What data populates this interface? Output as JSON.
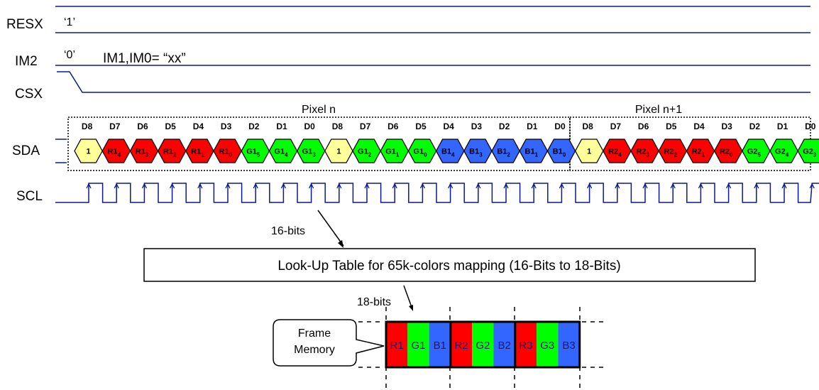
{
  "signals": {
    "resx": "RESX",
    "im2": "IM2",
    "csx": "CSX",
    "sda": "SDA",
    "scl": "SCL"
  },
  "levels": {
    "resx_value": "‘1’",
    "im2_value": "‘0’",
    "im_note": "IM1,IM0= “xx”"
  },
  "pixel_groups": [
    {
      "label": "Pixel n",
      "bits": [
        "D8",
        "D7",
        "D6",
        "D5",
        "D4",
        "D3",
        "D2",
        "D1",
        "D0",
        "D8",
        "D7",
        "D6",
        "D5",
        "D4",
        "D3",
        "D2",
        "D1",
        "D0"
      ]
    },
    {
      "label": "Pixel n+1",
      "bits": [
        "D8",
        "D7",
        "D6",
        "D5",
        "D4",
        "D3",
        "D2",
        "D1",
        "D0"
      ]
    }
  ],
  "sda_cells": [
    {
      "base": "1",
      "sub": "",
      "color": "yellow"
    },
    {
      "base": "R1",
      "sub": "4",
      "color": "red"
    },
    {
      "base": "R1",
      "sub": "3",
      "color": "red"
    },
    {
      "base": "R1",
      "sub": "2",
      "color": "red"
    },
    {
      "base": "R1",
      "sub": "1",
      "color": "red"
    },
    {
      "base": "R1",
      "sub": "0",
      "color": "red"
    },
    {
      "base": "G1",
      "sub": "5",
      "color": "green"
    },
    {
      "base": "G1",
      "sub": "4",
      "color": "green"
    },
    {
      "base": "G1",
      "sub": "3",
      "color": "green"
    },
    {
      "base": "1",
      "sub": "",
      "color": "yellow"
    },
    {
      "base": "G1",
      "sub": "2",
      "color": "green"
    },
    {
      "base": "G1",
      "sub": "1",
      "color": "green"
    },
    {
      "base": "G1",
      "sub": "0",
      "color": "green"
    },
    {
      "base": "B1",
      "sub": "4",
      "color": "blue"
    },
    {
      "base": "B1",
      "sub": "3",
      "color": "blue"
    },
    {
      "base": "B1",
      "sub": "2",
      "color": "blue"
    },
    {
      "base": "B1",
      "sub": "1",
      "color": "blue"
    },
    {
      "base": "B1",
      "sub": "0",
      "color": "blue"
    },
    {
      "base": "1",
      "sub": "",
      "color": "yellow"
    },
    {
      "base": "R2",
      "sub": "4",
      "color": "red"
    },
    {
      "base": "R2",
      "sub": "3",
      "color": "red"
    },
    {
      "base": "R2",
      "sub": "2",
      "color": "red"
    },
    {
      "base": "R2",
      "sub": "1",
      "color": "red"
    },
    {
      "base": "R2",
      "sub": "0",
      "color": "red"
    },
    {
      "base": "G2",
      "sub": "5",
      "color": "green"
    },
    {
      "base": "G2",
      "sub": "4",
      "color": "green"
    },
    {
      "base": "G2",
      "sub": "3",
      "color": "green"
    }
  ],
  "colors": {
    "red": "#ff0000",
    "green": "#00ff00",
    "blue": "#3366ff",
    "yellow": "#ffff99",
    "line": "#0a1a8a"
  },
  "bits16": "16-bits",
  "lut": "Look-Up Table for 65k-colors mapping (16-Bits to 18-Bits)",
  "bits18": "18-bits",
  "frame_memory": [
    "Frame",
    "Memory"
  ],
  "memory_cells": [
    {
      "label": "R1",
      "color": "red"
    },
    {
      "label": "G1",
      "color": "green"
    },
    {
      "label": "B1",
      "color": "blue"
    },
    {
      "label": "R2",
      "color": "red"
    },
    {
      "label": "G2",
      "color": "green"
    },
    {
      "label": "B2",
      "color": "blue"
    },
    {
      "label": "R3",
      "color": "red"
    },
    {
      "label": "G3",
      "color": "green"
    },
    {
      "label": "B3",
      "color": "blue"
    }
  ]
}
